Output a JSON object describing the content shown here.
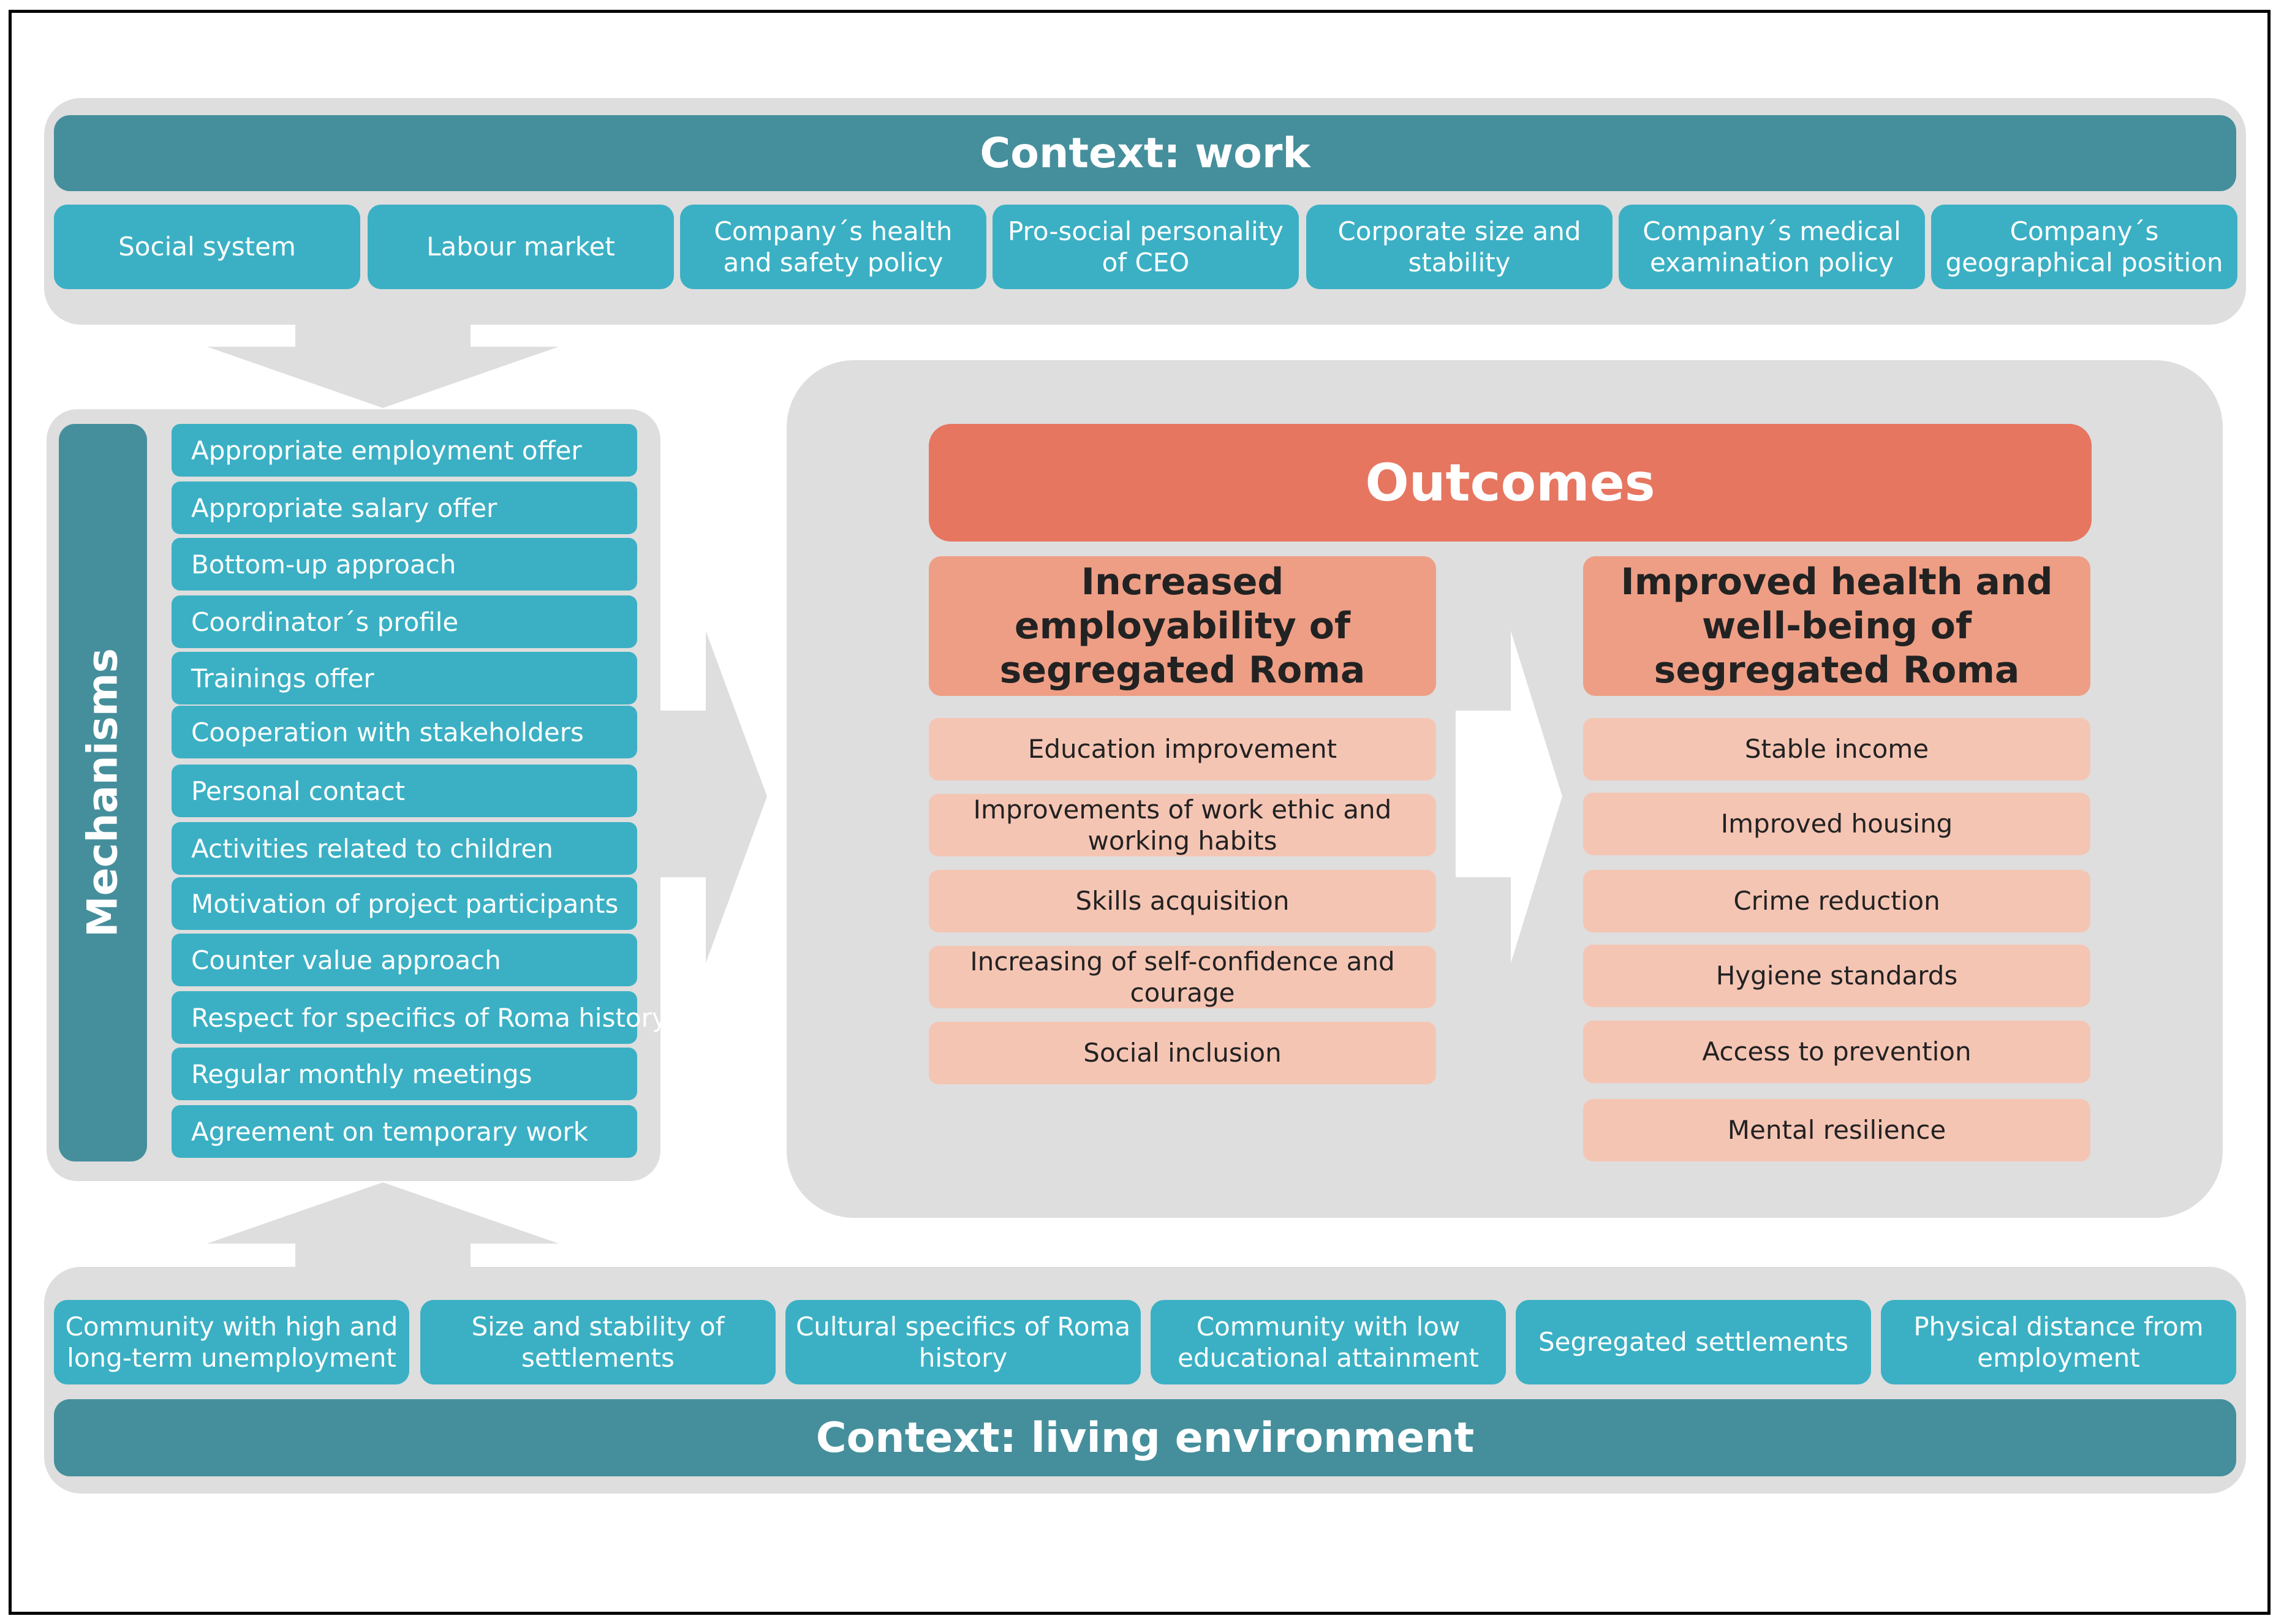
{
  "context_work": {
    "title": "Context: work",
    "items": [
      "Social system",
      "Labour market",
      "Company´s health and safety policy",
      "Pro-social personality of CEO",
      "Corporate size and stability",
      "Company´s medical examination policy",
      "Company´s geographical position"
    ]
  },
  "mechanisms": {
    "title": "Mechanisms",
    "items": [
      "Appropriate employment offer",
      "Appropriate salary offer",
      "Bottom-up approach",
      "Coordinator´s profile",
      "Trainings offer",
      "Cooperation with stakeholders",
      "Personal contact",
      "Activities related to children",
      "Motivation of project participants",
      "Counter value approach",
      "Respect for specifics of Roma history",
      "Regular monthly meetings",
      "Agreement on temporary work"
    ]
  },
  "outcomes": {
    "title": "Outcomes",
    "left": {
      "title": "Increased employability of segregated Roma",
      "items": [
        "Education improvement",
        "Improvements of work ethic and working habits",
        "Skills acquisition",
        "Increasing of self-confidence and courage",
        "Social inclusion"
      ]
    },
    "right": {
      "title": "Improved health and well-being of segregated Roma",
      "items": [
        "Stable income",
        "Improved housing",
        "Crime reduction",
        "Hygiene standards",
        "Access to prevention",
        "Mental resilience"
      ]
    }
  },
  "context_living": {
    "title": "Context: living environment",
    "items": [
      "Community with high and long-term unemployment",
      "Size and stability of settlements",
      "Cultural specifics of Roma history",
      "Community with low educational attainment",
      "Segregated settlements",
      "Physical distance from employment"
    ]
  },
  "colors": {
    "teal_dark": "#458f9c",
    "teal_light": "#3bb0c4",
    "outcome_header": "#e67660",
    "outcome_sub": "#ee9e85",
    "outcome_item": "#f5c5b4",
    "panel_gray": "#dedede"
  }
}
